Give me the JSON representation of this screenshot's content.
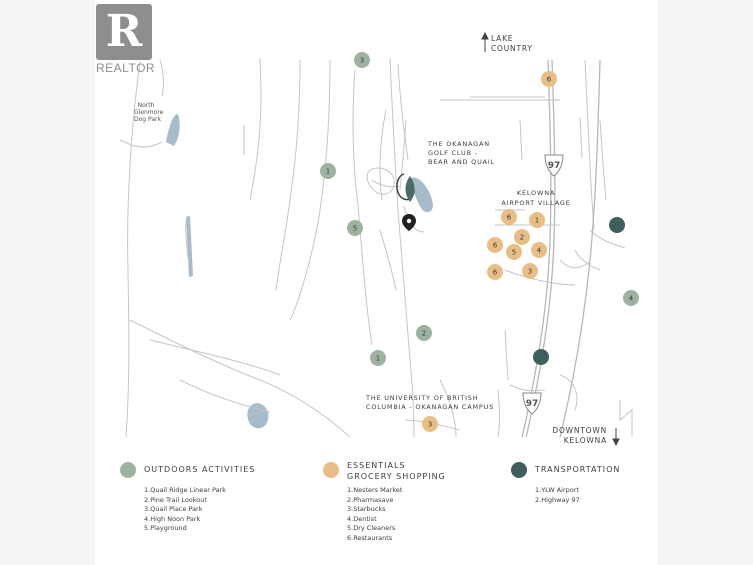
{
  "branding": {
    "logo_letter": "R",
    "logo_text": "REALTOR"
  },
  "colors": {
    "outdoors": "#9db39f",
    "essentials": "#e9bd86",
    "transportation": "#3f5f5d",
    "water": "#a7bccb",
    "road": "#c4c4c4"
  },
  "labels": {
    "lake_country": [
      "LAKE",
      "COUNTRY"
    ],
    "golf_club": [
      "THE OKANAGAN",
      "GOLF CLUB -",
      "BEAR AND QUAIL"
    ],
    "airport_village": [
      "KELOWNA",
      "AIRPORT VILLAGE"
    ],
    "ubc": [
      "THE UNIVERSITY OF BRITISH",
      "COLUMBIA - OKANAGAN CAMPUS"
    ],
    "downtown": [
      "DOWNTOWN",
      "KELOWNA"
    ],
    "dog_park": [
      "North",
      "Glenmore",
      "Dog Park"
    ],
    "highway_97": "97"
  },
  "legend": {
    "outdoors": {
      "title": [
        "OUTDOORS ACTIVITIES"
      ],
      "items": [
        "1.Quail Ridge Linear Park",
        "2.Pine Trail Lookout",
        "3.Quail Place Park",
        "4.High Noon Park",
        "5.Playground"
      ]
    },
    "essentials": {
      "title": [
        "ESSENTIALS",
        "GROCERY SHOPPING"
      ],
      "items": [
        "1.Nesters Market",
        "2.Pharmasave",
        "3.Starbucks",
        "4.Dentist",
        "5.Dry Cleaners",
        "6.Restaurants"
      ]
    },
    "transportation": {
      "title": [
        "TRANSPORTATION"
      ],
      "items": [
        "1.YLW Airport",
        "2.Highway 97"
      ]
    }
  },
  "markers": [
    {
      "category": "outdoors",
      "number": "3"
    },
    {
      "category": "outdoors",
      "number": "1"
    },
    {
      "category": "outdoors",
      "number": "5"
    },
    {
      "category": "outdoors",
      "number": "2"
    },
    {
      "category": "outdoors",
      "number": "1"
    },
    {
      "category": "outdoors",
      "number": "4"
    },
    {
      "category": "essentials",
      "number": "6"
    },
    {
      "category": "essentials",
      "number": "6"
    },
    {
      "category": "essentials",
      "number": "1"
    },
    {
      "category": "essentials",
      "number": "2"
    },
    {
      "category": "essentials",
      "number": "6"
    },
    {
      "category": "essentials",
      "number": "5"
    },
    {
      "category": "essentials",
      "number": "4"
    },
    {
      "category": "essentials",
      "number": "6"
    },
    {
      "category": "essentials",
      "number": "3"
    },
    {
      "category": "essentials",
      "number": "3"
    },
    {
      "category": "transportation",
      "number": ""
    },
    {
      "category": "transportation",
      "number": ""
    }
  ]
}
